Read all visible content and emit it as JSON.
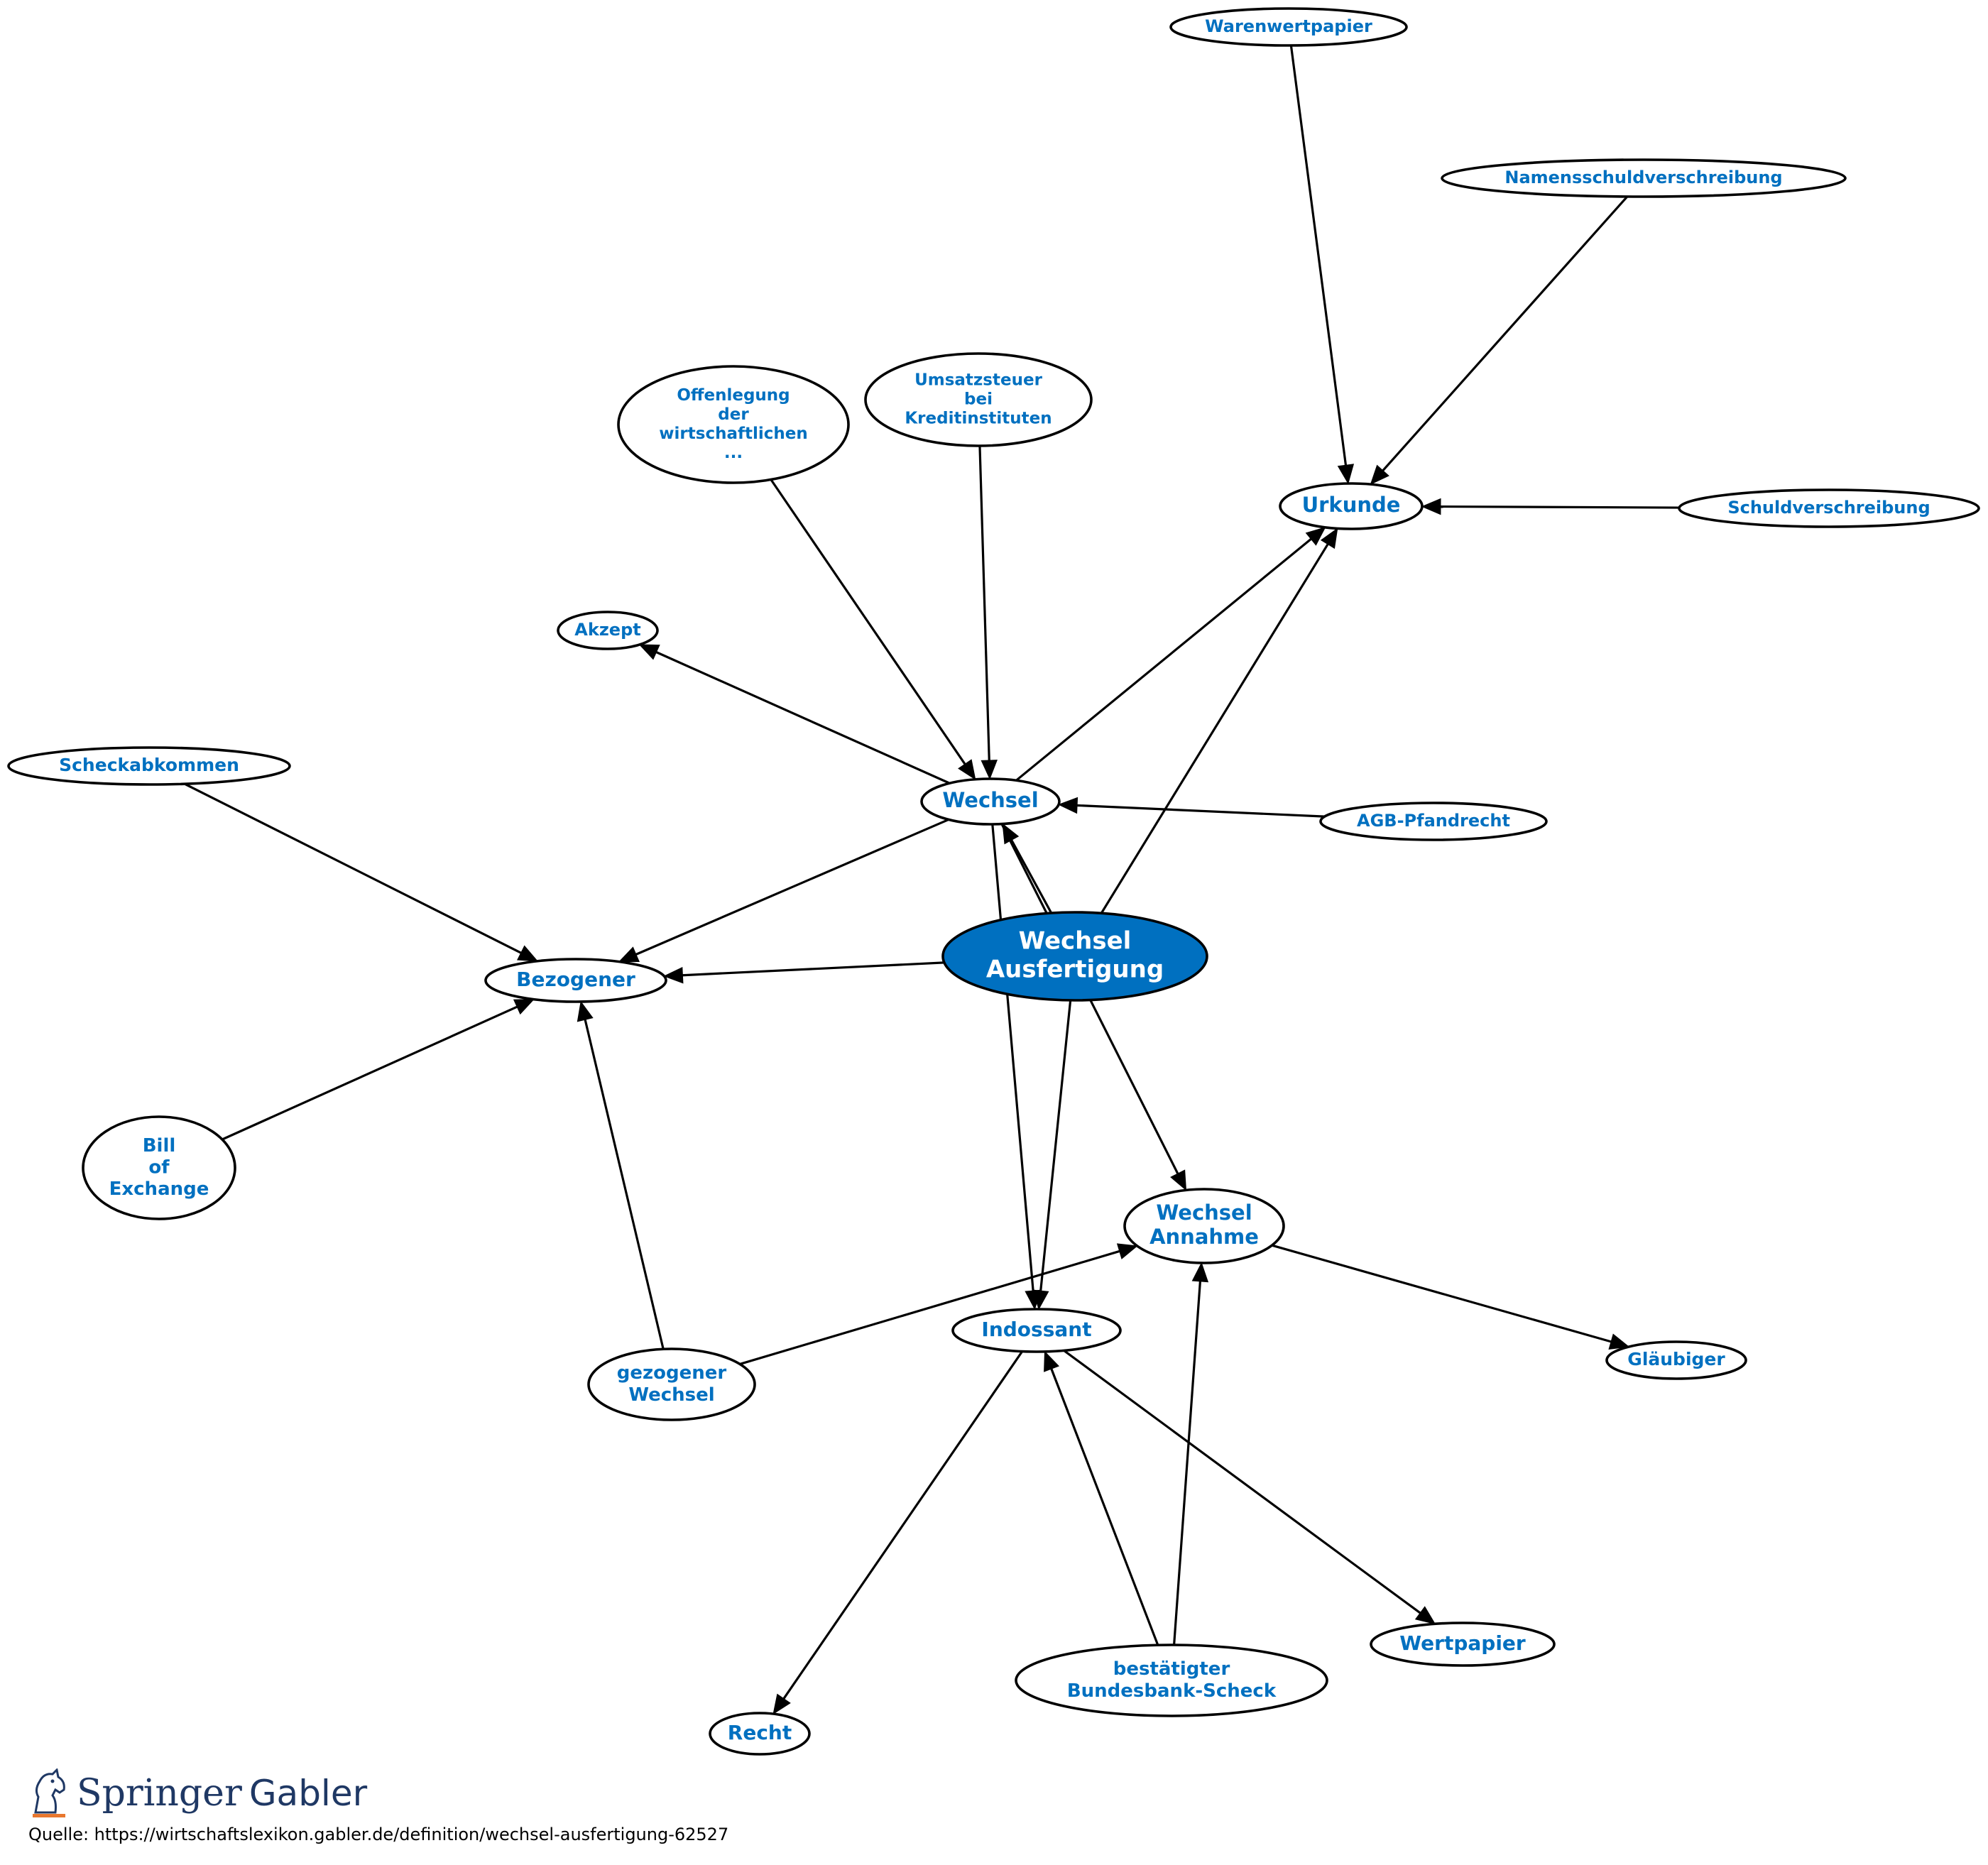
{
  "diagram": {
    "central": "n_center",
    "nodes": [
      {
        "id": "n_warenwertpapier",
        "lines": [
          "Warenwertpapier"
        ]
      },
      {
        "id": "n_namensschuld",
        "lines": [
          "Namensschuldverschreibung"
        ]
      },
      {
        "id": "n_offenlegung",
        "lines": [
          "Offenlegung",
          "der",
          "wirtschaftlichen",
          "..."
        ]
      },
      {
        "id": "n_umsatzsteuer",
        "lines": [
          "Umsatzsteuer",
          "bei",
          "Kreditinstituten"
        ]
      },
      {
        "id": "n_urkunde",
        "lines": [
          "Urkunde"
        ]
      },
      {
        "id": "n_schuldverschreibung",
        "lines": [
          "Schuldverschreibung"
        ]
      },
      {
        "id": "n_akzept",
        "lines": [
          "Akzept"
        ]
      },
      {
        "id": "n_scheckabkommen",
        "lines": [
          "Scheckabkommen"
        ]
      },
      {
        "id": "n_wechsel",
        "lines": [
          "Wechsel"
        ]
      },
      {
        "id": "n_agb",
        "lines": [
          "AGB-Pfandrecht"
        ]
      },
      {
        "id": "n_center",
        "lines": [
          "Wechsel",
          "Ausfertigung"
        ]
      },
      {
        "id": "n_bezogener",
        "lines": [
          "Bezogener"
        ]
      },
      {
        "id": "n_bill",
        "lines": [
          "Bill",
          "of",
          "Exchange"
        ]
      },
      {
        "id": "n_annahme",
        "lines": [
          "Wechsel",
          "Annahme"
        ]
      },
      {
        "id": "n_indossant",
        "lines": [
          "Indossant"
        ]
      },
      {
        "id": "n_glaeubiger",
        "lines": [
          "Gläubiger"
        ]
      },
      {
        "id": "n_gezogener",
        "lines": [
          "gezogener",
          "Wechsel"
        ]
      },
      {
        "id": "n_wertpapier",
        "lines": [
          "Wertpapier"
        ]
      },
      {
        "id": "n_bestaetigter",
        "lines": [
          "bestätigter",
          "Bundesbank-Scheck"
        ]
      },
      {
        "id": "n_recht",
        "lines": [
          "Recht"
        ]
      }
    ],
    "edges": [
      {
        "from": "n_warenwertpapier",
        "to": "n_urkunde"
      },
      {
        "from": "n_namensschuld",
        "to": "n_urkunde"
      },
      {
        "from": "n_schuldverschreibung",
        "to": "n_urkunde"
      },
      {
        "from": "n_offenlegung",
        "to": "n_wechsel"
      },
      {
        "from": "n_umsatzsteuer",
        "to": "n_wechsel"
      },
      {
        "from": "n_wechsel",
        "to": "n_akzept"
      },
      {
        "from": "n_wechsel",
        "to": "n_urkunde"
      },
      {
        "from": "n_agb",
        "to": "n_wechsel"
      },
      {
        "from": "n_wechsel",
        "to": "n_bezogener"
      },
      {
        "from": "n_wechsel",
        "to": "n_indossant"
      },
      {
        "from": "n_wechsel",
        "to": "n_annahme"
      },
      {
        "from": "n_center",
        "to": "n_urkunde"
      },
      {
        "from": "n_center",
        "to": "n_bezogener"
      },
      {
        "from": "n_center",
        "to": "n_wechsel"
      },
      {
        "from": "n_center",
        "to": "n_indossant"
      },
      {
        "from": "n_scheckabkommen",
        "to": "n_bezogener"
      },
      {
        "from": "n_bill",
        "to": "n_bezogener"
      },
      {
        "from": "n_gezogener",
        "to": "n_bezogener"
      },
      {
        "from": "n_gezogener",
        "to": "n_annahme"
      },
      {
        "from": "n_annahme",
        "to": "n_glaeubiger"
      },
      {
        "from": "n_indossant",
        "to": "n_recht"
      },
      {
        "from": "n_indossant",
        "to": "n_wertpapier"
      },
      {
        "from": "n_bestaetigter",
        "to": "n_indossant"
      },
      {
        "from": "n_bestaetigter",
        "to": "n_annahme"
      }
    ]
  },
  "logo": {
    "springer": "Springer",
    "gabler": "Gabler"
  },
  "source_label": "Quelle: https://wirtschaftslexikon.gabler.de/definition/wechsel-ausfertigung-62527"
}
